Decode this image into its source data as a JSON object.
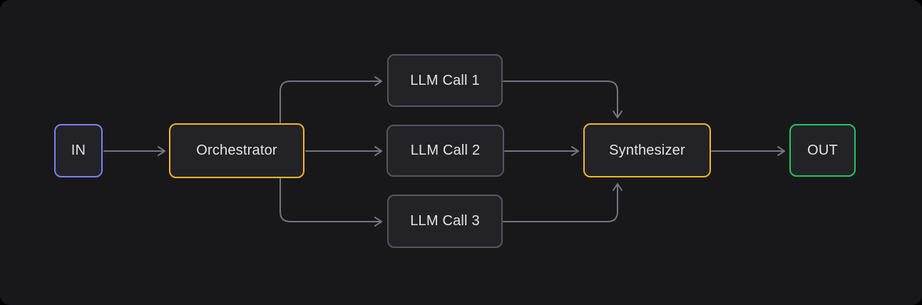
{
  "diagram": {
    "nodes": {
      "in": {
        "label": "IN",
        "border_color": "#7a80f2"
      },
      "orchestrator": {
        "label": "Orchestrator",
        "border_color": "#f5b623"
      },
      "llm_call_1": {
        "label": "LLM Call 1",
        "border_color": "#55555e"
      },
      "llm_call_2": {
        "label": "LLM Call 2",
        "border_color": "#55555e"
      },
      "llm_call_3": {
        "label": "LLM Call 3",
        "border_color": "#55555e"
      },
      "synthesizer": {
        "label": "Synthesizer",
        "border_color": "#f5b623"
      },
      "out": {
        "label": "OUT",
        "border_color": "#22c55e"
      }
    },
    "connections": [
      {
        "from": "in",
        "to": "orchestrator"
      },
      {
        "from": "orchestrator",
        "to": "llm_call_1"
      },
      {
        "from": "orchestrator",
        "to": "llm_call_2"
      },
      {
        "from": "orchestrator",
        "to": "llm_call_3"
      },
      {
        "from": "llm_call_1",
        "to": "synthesizer"
      },
      {
        "from": "llm_call_2",
        "to": "synthesizer"
      },
      {
        "from": "llm_call_3",
        "to": "synthesizer"
      },
      {
        "from": "synthesizer",
        "to": "out"
      }
    ],
    "colors": {
      "canvas_background": "#18181b",
      "outer_background": "#000000",
      "node_fill": "#232327",
      "arrow_stroke": "#75757d",
      "label_text": "#e4e4e7"
    }
  }
}
